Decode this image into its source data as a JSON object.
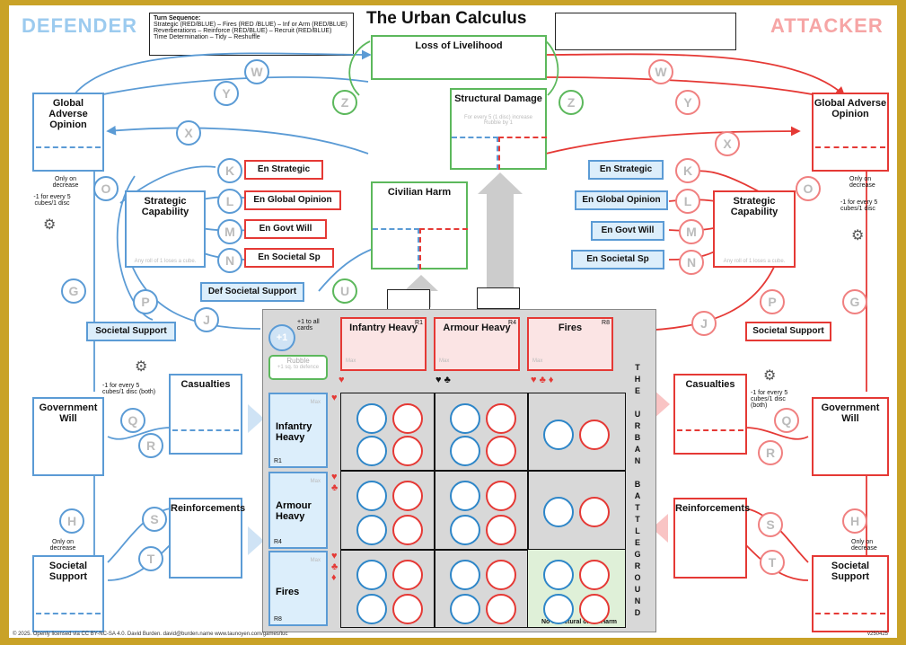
{
  "title": "The Urban Calculus",
  "defender": "DEFENDER",
  "attacker": "ATTACKER",
  "turn_sequence": {
    "heading": "Turn Sequence:",
    "lines": [
      "Strategic (RED/BLUE) – Fires (RED /BLUE) – Inf or Arm (RED/BLUE)",
      "Reverberations – Reinforce (RED/BLUE) – Recruit (RED/BLUE)",
      "Time Determination – Tidy – Reshuffle"
    ]
  },
  "center": {
    "loss_of_livelihood": "Loss of Livelihood",
    "structural_damage": "Structural Damage",
    "structural_note": "For every 5 (1 disc) increase Rubble by 1",
    "civilian_harm": "Civilian Harm",
    "def_societal_support": "Def Societal Support"
  },
  "left": {
    "global_adverse_opinion": "Global Adverse Opinion",
    "only_on_decrease": "Only on decrease",
    "minus1_note": "-1 for every 5 cubes/1 disc",
    "strategic_capability": "Strategic Capability",
    "roll_note": "Any roll of 1 loses a cube.",
    "en_strategic": "En Strategic",
    "en_global_opinion": "En Global Opinion",
    "en_govt_will": "En Govt Will",
    "en_societal_sp": "En Societal  Sp",
    "societal_support_pill": "Societal Support",
    "casualties": "Casualties",
    "casualties_note": "-1 for every 5 cubes/1 disc (both)",
    "government_will": "Government Will",
    "reinforcements": "Reinforcements",
    "only_on_decrease2": "Only on decrease",
    "societal_support": "Societal Support"
  },
  "right": {
    "global_adverse_opinion": "Global Adverse Opinion",
    "only_on_decrease": "Only on decrease",
    "minus1_note": "-1 for every 5 cubes/1 disc",
    "strategic_capability": "Strategic Capability",
    "roll_note": "Any roll of 1 loses a cube.",
    "en_strategic": "En Strategic",
    "en_global_opinion": "En Global Opinion",
    "en_govt_will": "En Govt Will",
    "en_societal_sp": "En Societal Sp",
    "societal_support_pill": "Societal Support",
    "casualties": "Casualties",
    "casualties_note": "-1 for every 5 cubes/1 disc (both)",
    "government_will": "Government Will",
    "reinforcements": "Reinforcements",
    "only_on_decrease2": "Only on decrease",
    "societal_support": "Societal Support"
  },
  "battleground": {
    "plus1": "+1",
    "plus1_note": "+1 to all cards",
    "rubble": "Rubble",
    "rubble_note": "+1 sq. to defence",
    "cols": [
      {
        "label": "Infantry Heavy",
        "code": "R1",
        "max": "Max"
      },
      {
        "label": "Armour Heavy",
        "code": "R4",
        "max": "Max"
      },
      {
        "label": "Fires",
        "code": "R8",
        "max": "Max"
      }
    ],
    "rows": [
      {
        "label": "Infantry Heavy",
        "code": "R1",
        "max": "Max"
      },
      {
        "label": "Armour Heavy",
        "code": "R4",
        "max": "Max"
      },
      {
        "label": "Fires",
        "code": "R8",
        "max": "Max"
      }
    ],
    "vertical_text": [
      "T",
      "H",
      "E",
      "",
      "U",
      "R",
      "B",
      "A",
      "N",
      "",
      "B",
      "A",
      "T",
      "T",
      "L",
      "E",
      "G",
      "R",
      "O",
      "U",
      "N",
      "D"
    ],
    "no_structural": "No Structural or CivHarm",
    "suits": {
      "col1": "♥",
      "col2": "♥ ♣",
      "col3": "♥ ♣ ♦",
      "row1": "♥",
      "row2": "♥\n♣",
      "row3": "♥\n♣\n♦"
    }
  },
  "letters": {
    "W": "W",
    "Y": "Y",
    "Z": "Z",
    "X": "X",
    "O": "O",
    "K": "K",
    "L": "L",
    "M": "M",
    "N": "N",
    "U": "U",
    "P": "P",
    "J": "J",
    "G": "G",
    "Q": "Q",
    "R": "R",
    "S": "S",
    "T": "T",
    "H": "H"
  },
  "footer": {
    "license": "© 2025. Openly licensed via CC BY-NC-SA 4.0. David Burden. david@burden.name   www.taunoyen.com/games/tuc",
    "version": "v250425"
  },
  "colors": {
    "blue": "#5b9bd5",
    "red": "#e53935",
    "green": "#5cb85c",
    "border": "#c9a227"
  }
}
